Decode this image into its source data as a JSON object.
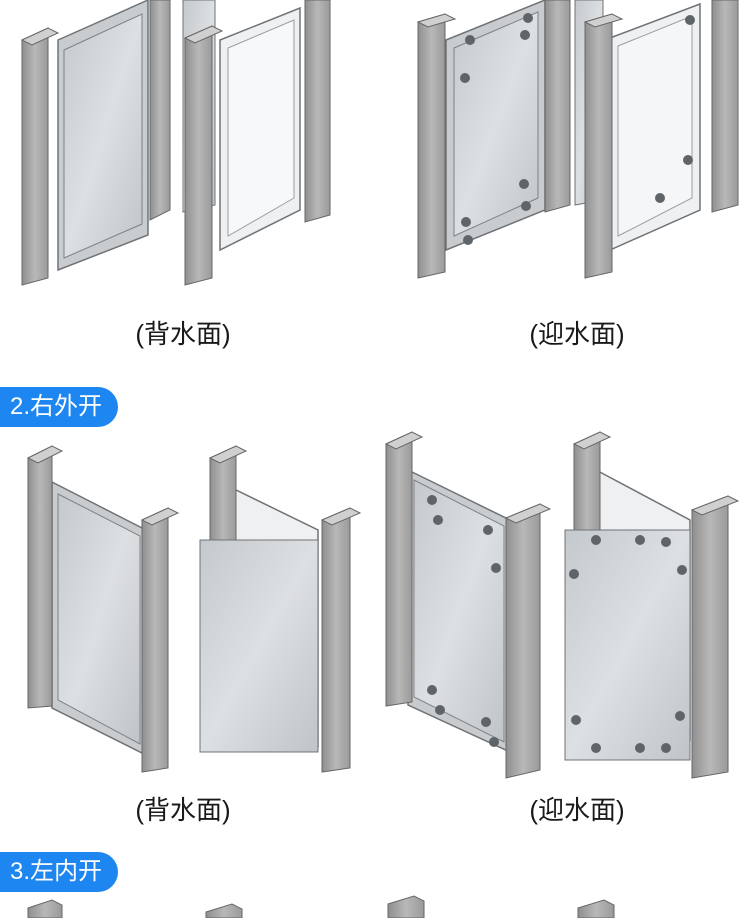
{
  "sections": [
    {
      "badge": "",
      "captions": {
        "left": "(背水面)",
        "right": "(迎水面)"
      }
    },
    {
      "badge": "2.右外开",
      "captions": {
        "left": "(背水面)",
        "right": "(迎水面)"
      }
    },
    {
      "badge": "3.左内开",
      "captions": {
        "left": "",
        "right": ""
      }
    }
  ],
  "colors": {
    "accent": "#1e86f0",
    "concrete": "#a9a9a9",
    "frame": "#c7c9cc",
    "panel": "#cfd3d6"
  }
}
